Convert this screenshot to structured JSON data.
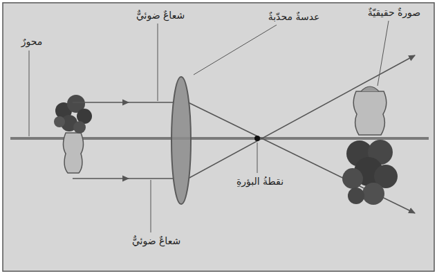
{
  "diagram": {
    "labels": [
      "صورةٌ حقيقيّةٌ",
      "عدسةٌ محدّبةٌ",
      "شعاعٌ ضوئيٌّ",
      "محورٌ",
      "نقطةُ البؤرةِ",
      "شعاعٌ ضوئيٌّ"
    ]
  }
}
